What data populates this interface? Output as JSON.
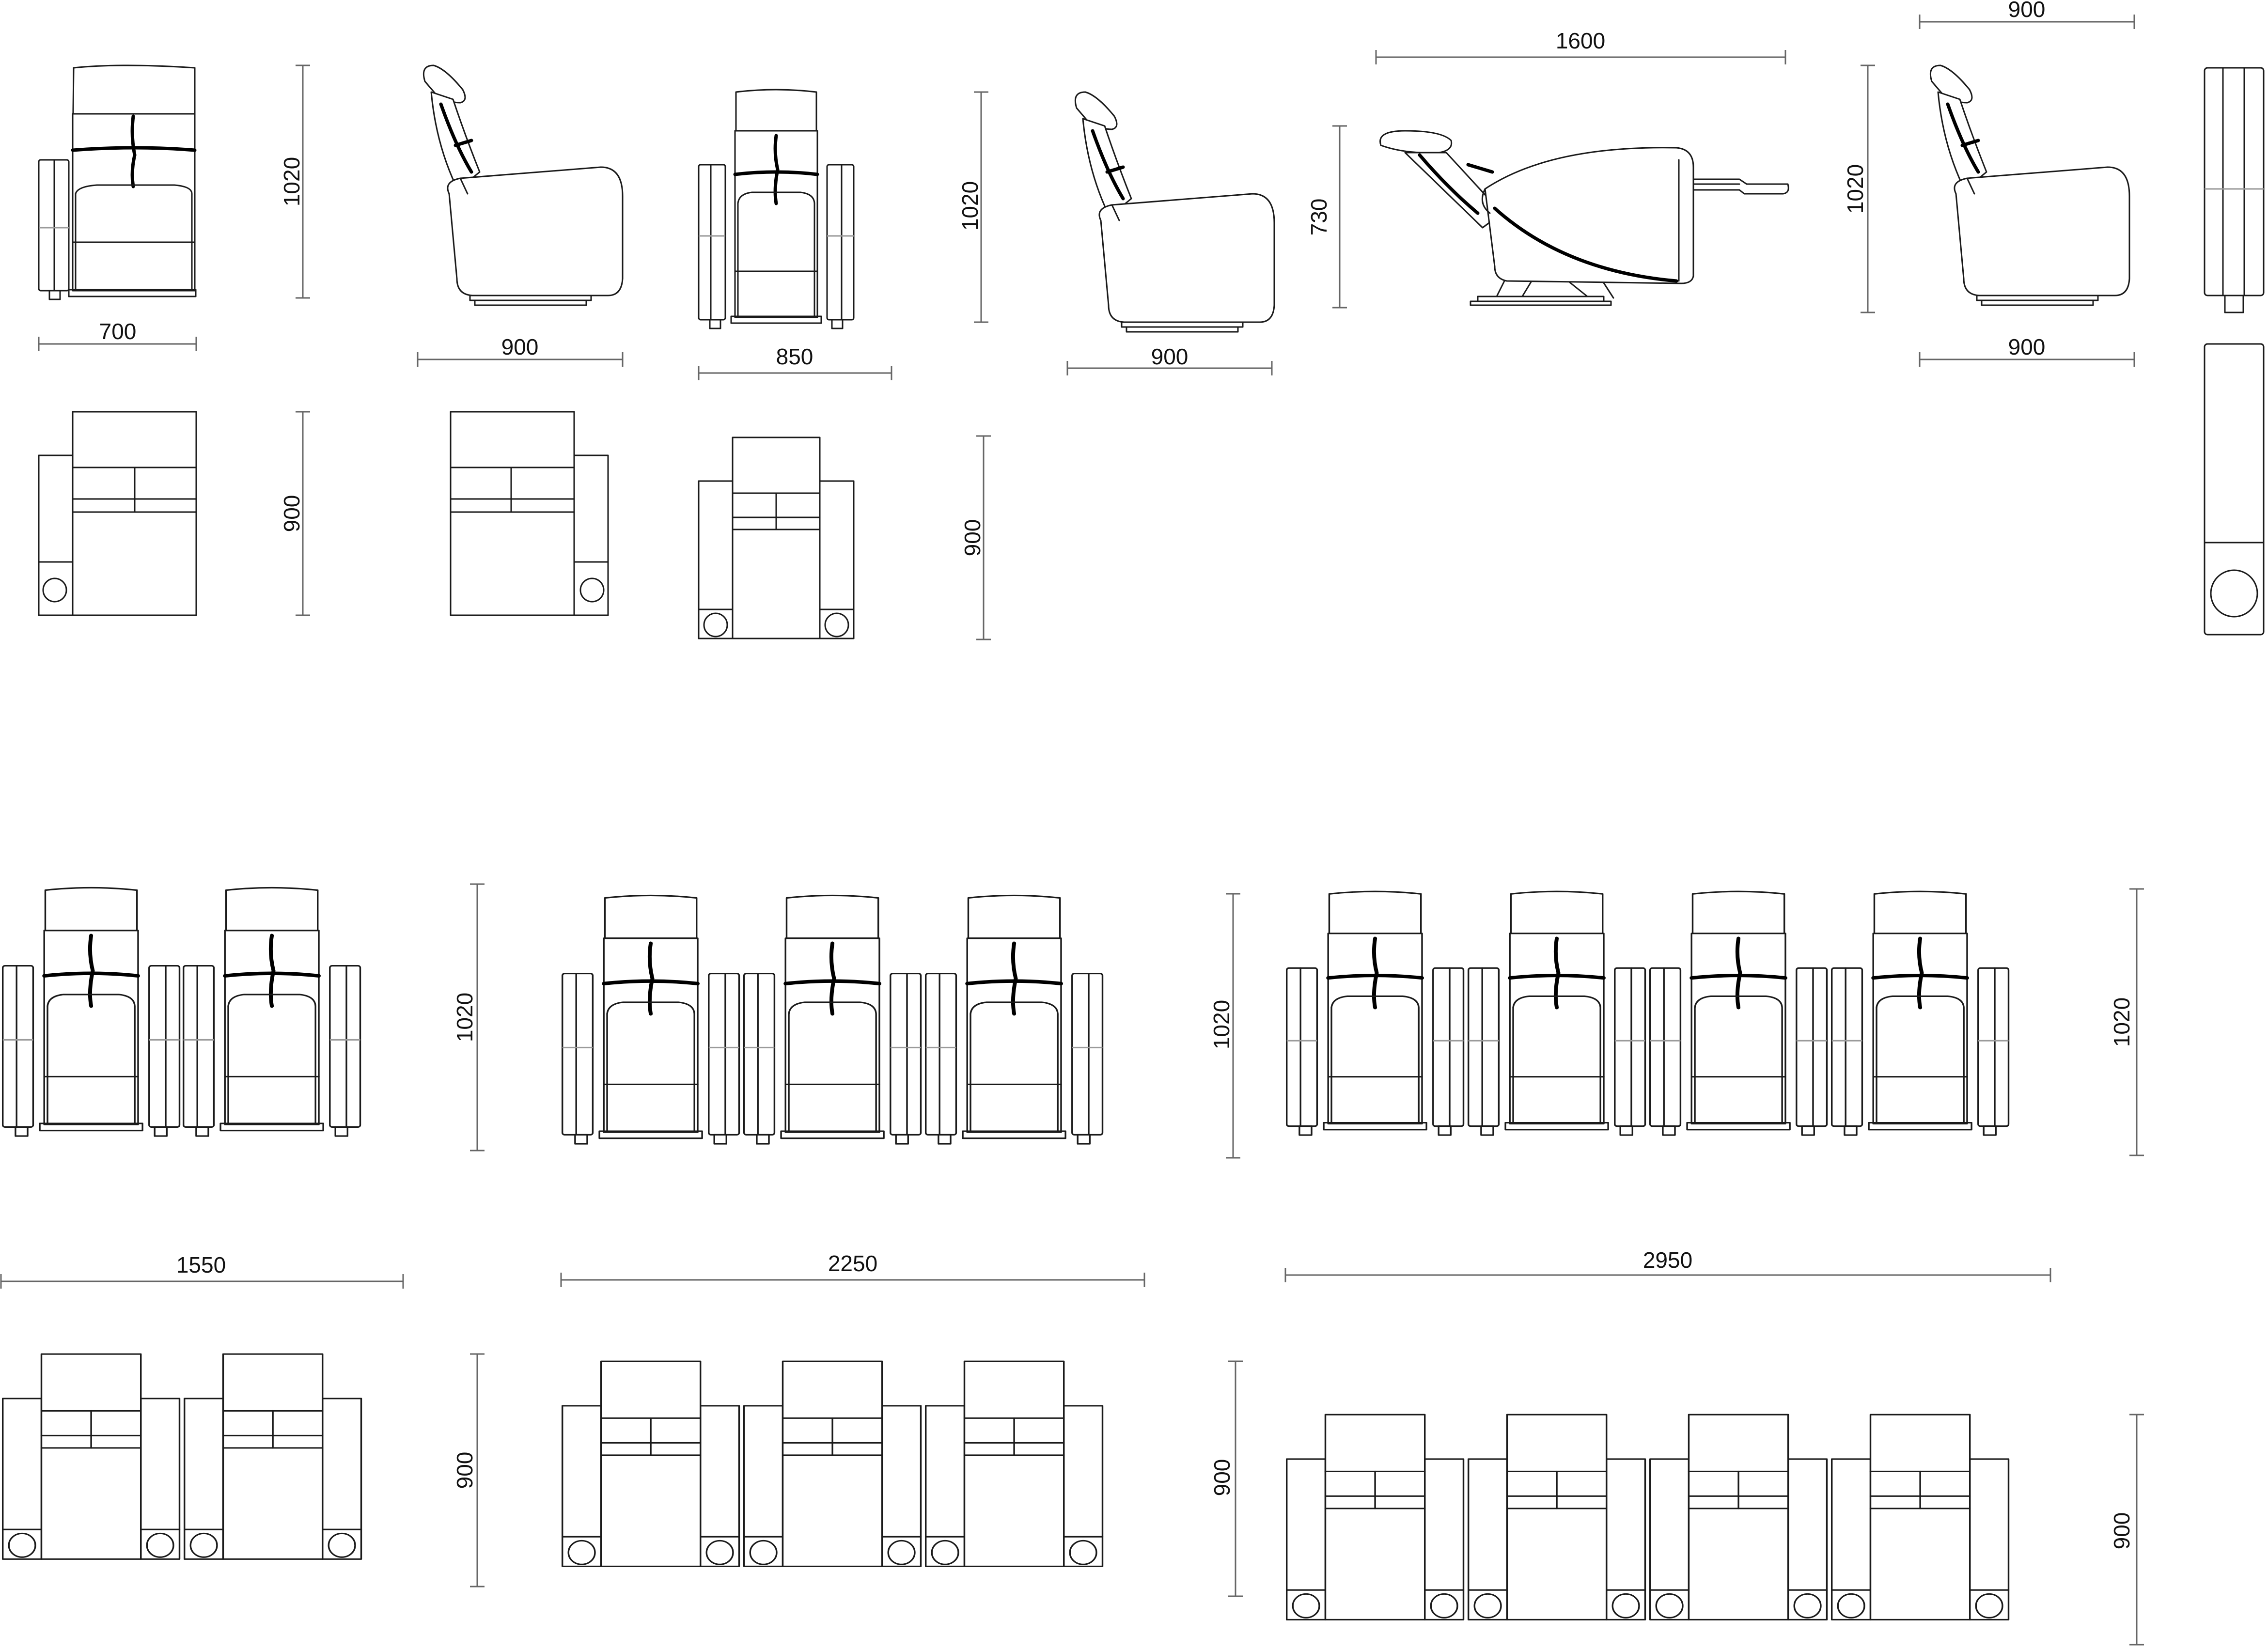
{
  "dimensions": {
    "d700": "700",
    "d900": "900",
    "d850": "850",
    "d1020": "1020",
    "d730": "730",
    "d1600": "1600",
    "d1550": "1550",
    "d2250": "2250",
    "d2950": "2950"
  },
  "colors": {
    "line": "#1a1a1a",
    "dimension": "#666666",
    "accent": "#9a9a9a",
    "background": "#ffffff"
  }
}
